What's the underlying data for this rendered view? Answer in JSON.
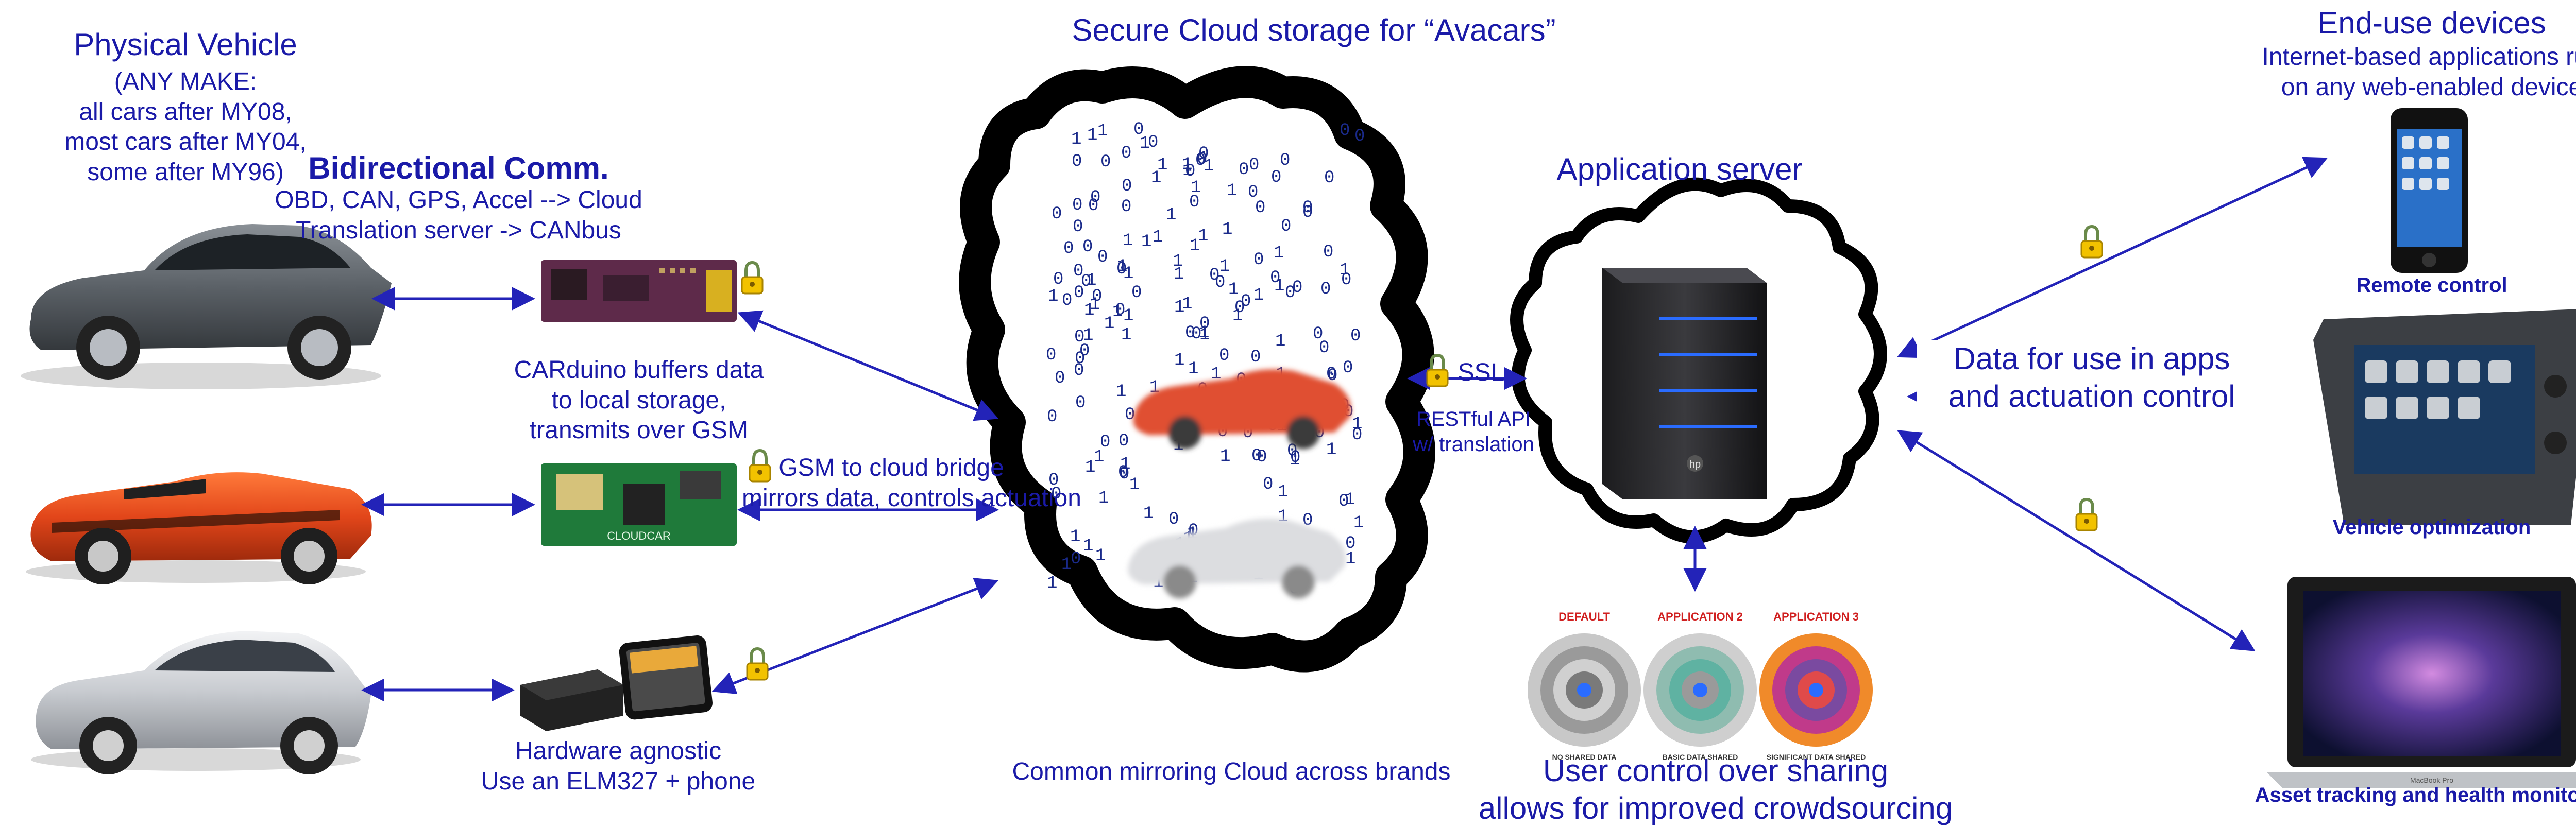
{
  "title": "Secure Cloud storage for “Avacars”",
  "vehicles": {
    "heading": "Physical Vehicle",
    "subtitle_lines": [
      "(ANY MAKE:",
      "all cars after MY08,",
      "most cars after MY04,",
      "some after MY96)"
    ],
    "bidir_heading": "Bidirectional Comm.",
    "bidir_lines": [
      "OBD, CAN, GPS, Accel --> Cloud",
      "Translation server -> CANbus"
    ]
  },
  "devices": {
    "carduino_lines": [
      "CARduino buffers data",
      "to local storage,",
      "transmits over GSM"
    ],
    "gsm_lines": [
      "GSM to cloud bridge",
      "mirrors data, controls actuation"
    ],
    "elm_lines": [
      "Hardware agnostic",
      "Use an ELM327 + phone"
    ],
    "board_brand": "CLOUDCAR"
  },
  "cloud": {
    "caption": "Common mirroring Cloud across brands",
    "digits": "0 1"
  },
  "link": {
    "ssl": "SSL",
    "api_lines": [
      "RESTful API",
      "w/ translation"
    ]
  },
  "app_server": {
    "heading": "Application server",
    "brand": "hp"
  },
  "sharing": {
    "labels": [
      "DEFAULT",
      "APPLICATION 2",
      "APPLICATION 3"
    ],
    "sublabels": [
      "NO SHARED DATA",
      "BASIC DATA SHARED",
      "SIGNIFICANT DATA SHARED"
    ],
    "caption_lines": [
      "User control over sharing",
      "allows for improved crowdsourcing"
    ]
  },
  "end_use": {
    "heading": "End-use devices",
    "sub_lines": [
      "Internet-based applications run",
      "on any web-enabled device"
    ],
    "data_lines": [
      "Data for use in apps",
      "and actuation control"
    ],
    "phone_label": "Remote control",
    "nav_label": "Vehicle optimization",
    "laptop_label": "Asset tracking and health monitoring",
    "laptop_brand": "MacBook Pro"
  },
  "colors": {
    "text": "#1a1aa8",
    "arrow": "#2323b8",
    "lock": "#f2c200"
  }
}
